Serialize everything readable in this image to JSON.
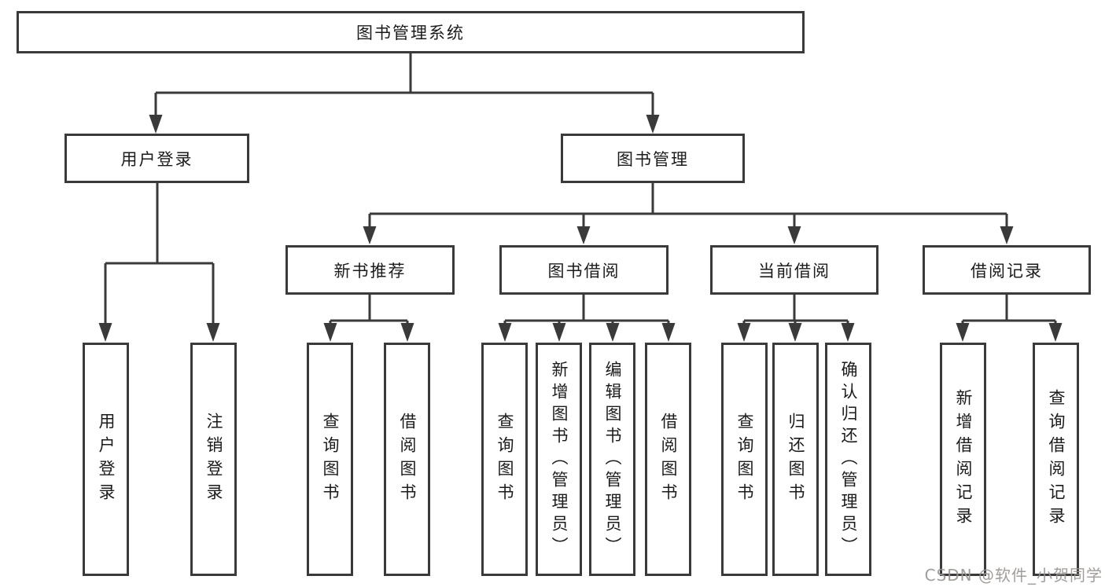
{
  "colors": {
    "line": "#3a3a3a",
    "text": "#1b1b1b",
    "background": "#ffffff",
    "watermark": "#9b9492"
  },
  "watermark": {
    "text": "CSDN @软件_小贺同学"
  },
  "tree": {
    "label": "图书管理系统",
    "children": [
      {
        "label": "用户登录",
        "children": [
          {
            "label": "用户登录"
          },
          {
            "label": "注销登录"
          }
        ]
      },
      {
        "label": "图书管理",
        "children": [
          {
            "label": "新书推荐",
            "children": [
              {
                "label": "查询图书"
              },
              {
                "label": "借阅图书"
              }
            ]
          },
          {
            "label": "图书借阅",
            "children": [
              {
                "label": "查询图书"
              },
              {
                "label": "新增图书（管理员）"
              },
              {
                "label": "编辑图书（管理员）"
              },
              {
                "label": "借阅图书"
              }
            ]
          },
          {
            "label": "当前借阅",
            "children": [
              {
                "label": "查询图书"
              },
              {
                "label": "归还图书"
              },
              {
                "label": "确认归还（管理员）"
              }
            ]
          },
          {
            "label": "借阅记录",
            "children": [
              {
                "label": "新增借阅记录"
              },
              {
                "label": "查询借阅记录"
              }
            ]
          }
        ]
      }
    ]
  }
}
